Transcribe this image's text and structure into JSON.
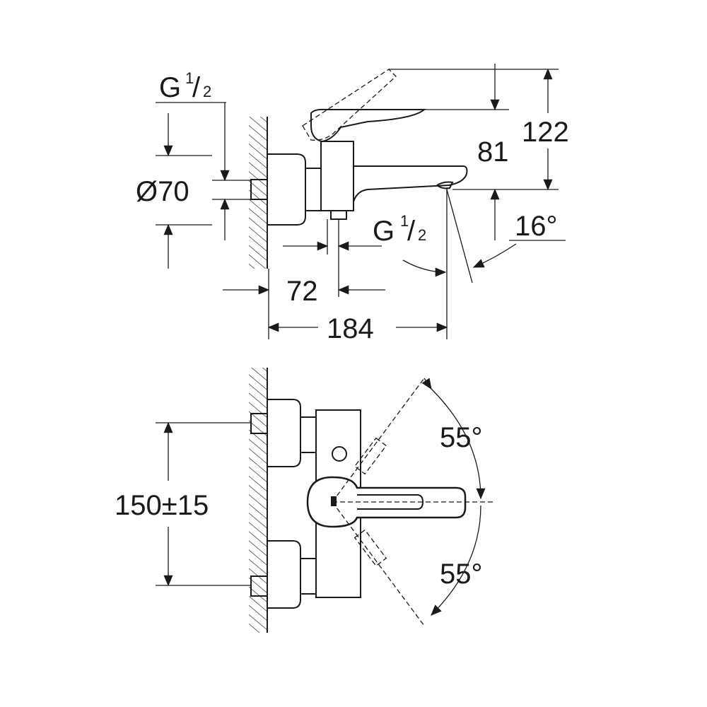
{
  "top_view": {
    "inlet_thread": {
      "main": "G",
      "sup": "1",
      "sub": "2"
    },
    "diameter": "Ø70",
    "height_spout": "81",
    "height_total": "122",
    "outlet_thread": {
      "main": "G",
      "sup": "1",
      "sub": "2"
    },
    "spout_angle": "16°",
    "depth_outlet": "72",
    "depth_total": "184"
  },
  "bottom_view": {
    "centres": "150±15",
    "angle_up": "55°",
    "angle_down": "55°"
  }
}
